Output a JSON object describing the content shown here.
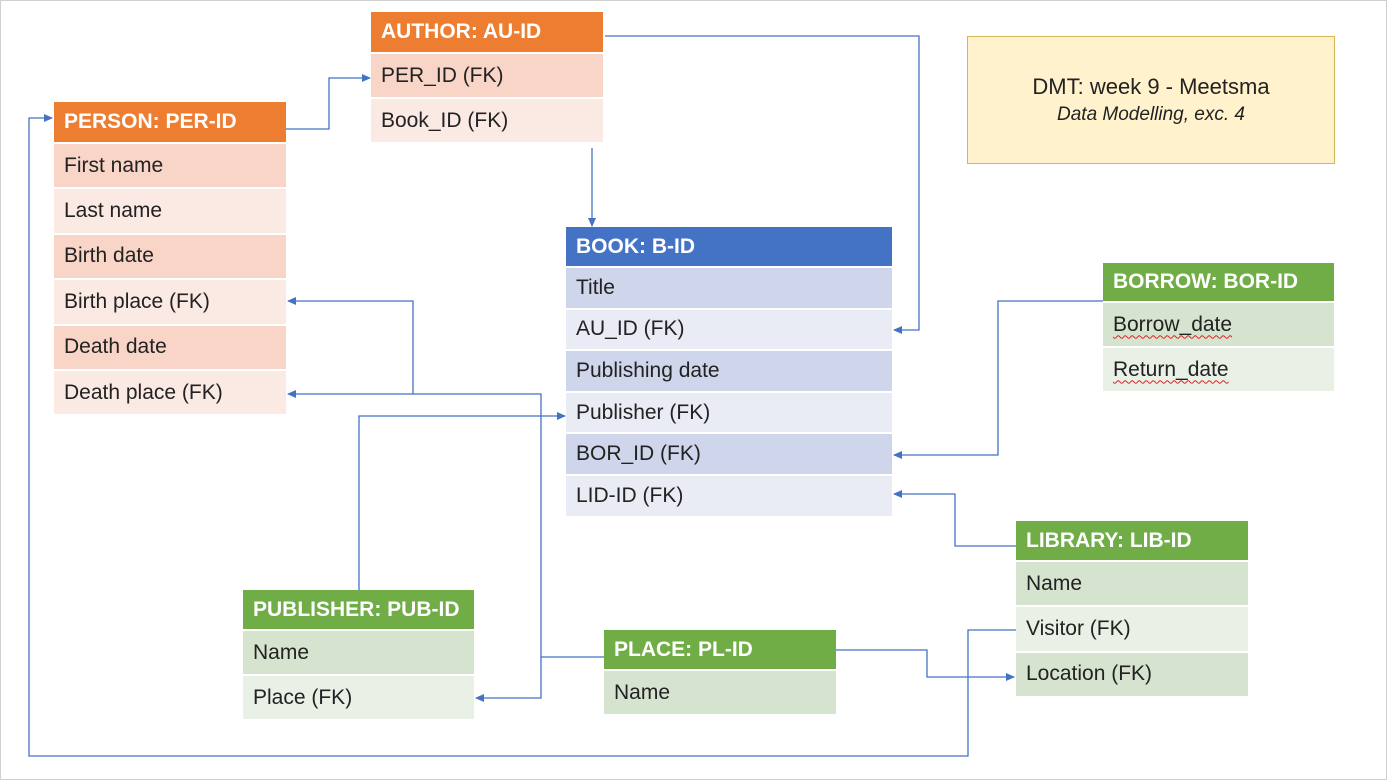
{
  "note": {
    "title": "DMT: week 9 - Meetsma",
    "subtitle": "Data Modelling, exc. 4"
  },
  "entities": {
    "person": {
      "header": "PERSON: PER-ID",
      "fields": [
        "First name",
        "Last name",
        "Birth date",
        "Birth place (FK)",
        "Death date",
        "Death place (FK)"
      ]
    },
    "author": {
      "header": "AUTHOR: AU-ID",
      "fields": [
        "PER_ID (FK)",
        "Book_ID (FK)"
      ]
    },
    "book": {
      "header": "BOOK: B-ID",
      "fields": [
        "Title",
        "AU_ID (FK)",
        "Publishing date",
        "Publisher (FK)",
        "BOR_ID (FK)",
        "LID-ID (FK)"
      ]
    },
    "borrow": {
      "header": "BORROW: BOR-ID",
      "fields": [
        "Borrow_date",
        "Return_date"
      ]
    },
    "library": {
      "header": "LIBRARY: LIB-ID",
      "fields": [
        "Name",
        "Visitor (FK)",
        "Location (FK)"
      ]
    },
    "publisher": {
      "header": "PUBLISHER: PUB-ID",
      "fields": [
        "Name",
        "Place (FK)"
      ]
    },
    "place": {
      "header": "PLACE: PL-ID",
      "fields": [
        "Name"
      ]
    }
  },
  "colors": {
    "person_entity": "#ed7d31",
    "book_entity": "#4472c4",
    "green_entity": "#70ad47",
    "connector": "#4472c4",
    "note_fill": "#fff2cc"
  }
}
